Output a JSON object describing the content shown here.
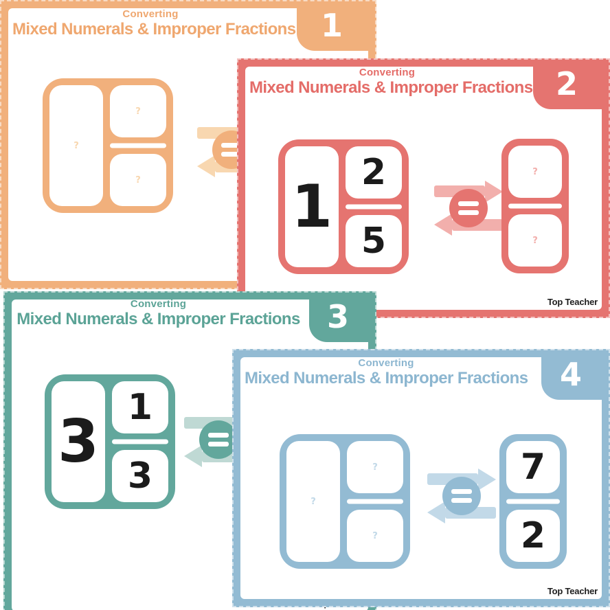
{
  "branding": {
    "logo": "Top Teacher"
  },
  "cards": [
    {
      "number": "1",
      "subtitle": "Converting",
      "title": "Mixed Numerals & Improper Fractions",
      "colors": {
        "frame": "#F1B07C",
        "light": "#F8D7B0",
        "accent": "#EFA76F"
      },
      "mixed": {
        "whole": "?",
        "numerator": "?",
        "denominator": "?"
      },
      "improper": {
        "numerator": "?",
        "denominator": "?"
      }
    },
    {
      "number": "2",
      "subtitle": "Converting",
      "title": "Mixed Numerals & Improper Fractions",
      "colors": {
        "frame": "#E57470",
        "light": "#F2AFAC",
        "accent": "#E46C68"
      },
      "mixed": {
        "whole": "1",
        "numerator": "2",
        "denominator": "5"
      },
      "improper": {
        "numerator": "?",
        "denominator": "?"
      }
    },
    {
      "number": "3",
      "subtitle": "Converting",
      "title": "Mixed Numerals & Improper Fractions",
      "colors": {
        "frame": "#62A79C",
        "light": "#BFD9D4",
        "accent": "#5BA396"
      },
      "mixed": {
        "whole": "3",
        "numerator": "1",
        "denominator": "3"
      },
      "improper": {
        "numerator": "?",
        "denominator": "?"
      }
    },
    {
      "number": "4",
      "subtitle": "Converting",
      "title": "Mixed Numerals & Improper Fractions",
      "colors": {
        "frame": "#93BBD3",
        "light": "#C2D9E8",
        "accent": "#8CB6D0"
      },
      "mixed": {
        "whole": "?",
        "numerator": "?",
        "denominator": "?"
      },
      "improper": {
        "numerator": "7",
        "denominator": "2"
      }
    }
  ]
}
